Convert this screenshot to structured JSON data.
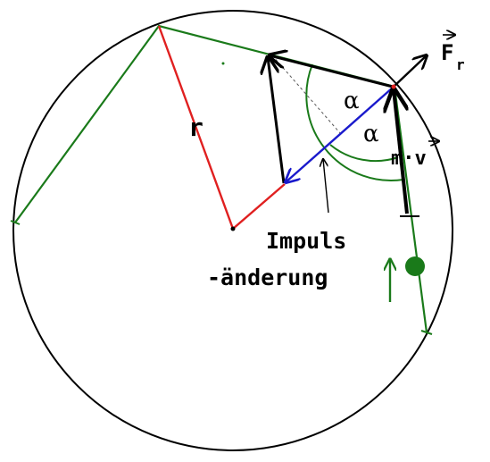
{
  "labels": {
    "radius": "r",
    "force_symbol": "F",
    "force_subscript": "r",
    "momentum": "m·v",
    "angle_top": "α",
    "angle_bottom": "α",
    "impulse_line1": "Impuls",
    "impulse_line2": "-änderung"
  },
  "colors": {
    "circle": "#000000",
    "path": "#1a7a1a",
    "radius": "#e02020",
    "delta": "#1a1acc",
    "vector": "#000000",
    "ball": "#1a7a1a"
  }
}
